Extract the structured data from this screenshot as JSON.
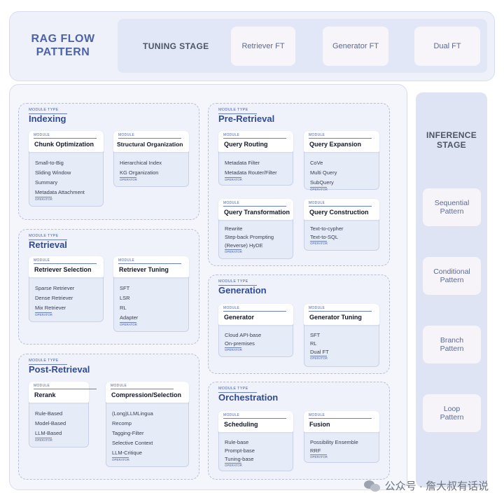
{
  "header": {
    "title_line1": "RAG FLOW",
    "title_line2": "PATTERN",
    "tuning_stage": "TUNING STAGE",
    "tuning_items": [
      "Retriever FT",
      "Generator FT",
      "Dual FT"
    ]
  },
  "inference": {
    "title_line1": "INFERENCE",
    "title_line2": "STAGE",
    "patterns": [
      {
        "l1": "Sequential",
        "l2": "Pattern"
      },
      {
        "l1": "Conditional",
        "l2": "Pattern"
      },
      {
        "l1": "Branch",
        "l2": "Pattern"
      },
      {
        "l1": "Loop",
        "l2": "Pattern"
      }
    ]
  },
  "labels": {
    "module_type": "MODULE TYPE",
    "module": "MODULE",
    "operator": "OPERATOR"
  },
  "module_types": {
    "indexing": {
      "title": "Indexing",
      "modules": [
        {
          "name": "Chunk Optimization",
          "ops": [
            "Small-to-Big",
            "Sliding Window",
            "Summary",
            "Metadata Attachment"
          ]
        },
        {
          "name": "Structural Organization",
          "ops": [
            "Hierarchical Index",
            "KG Organization"
          ]
        }
      ]
    },
    "pre_retrieval": {
      "title": "Pre-Retrieval",
      "modules": [
        {
          "name": "Query Routing",
          "ops": [
            "Metadata Filter",
            "Metadata Router/Filter"
          ]
        },
        {
          "name": "Query Expansion",
          "ops": [
            "CoVe",
            "Multi Query",
            "SubQuery"
          ]
        },
        {
          "name": "Query Transformation",
          "ops": [
            "Rewrite",
            "Step-back Prompting",
            "(Reverse) HyDE"
          ]
        },
        {
          "name": "Query Construction",
          "ops": [
            "Text-to-cypher",
            "Text-to-SQL"
          ]
        }
      ]
    },
    "retrieval": {
      "title": "Retrieval",
      "modules": [
        {
          "name": "Retriever Selection",
          "ops": [
            "Sparse Retriever",
            "Dense Retriever",
            "Mix Retriever"
          ]
        },
        {
          "name": "Retriever Tuning",
          "ops": [
            "SFT",
            "LSR",
            "RL",
            "Adapter"
          ]
        }
      ]
    },
    "generation": {
      "title": "Generation",
      "modules": [
        {
          "name": "Generator",
          "ops": [
            "Cloud API-base",
            "On-premises"
          ]
        },
        {
          "name": "Generator Tuning",
          "ops": [
            "SFT",
            "RL",
            "Dual FT"
          ]
        }
      ]
    },
    "post_retrieval": {
      "title": "Post-Retrieval",
      "modules": [
        {
          "name": "Rerank",
          "ops": [
            "Rule-Based",
            "Model-Based",
            "LLM-Based"
          ]
        },
        {
          "name": "Compression/Selection",
          "ops": [
            "(Long)LLMLingua",
            "Recomp",
            "Tagging-Filter",
            "Selective Context",
            "LLM-Critique"
          ]
        }
      ]
    },
    "orchestration": {
      "title": "Orchestration",
      "modules": [
        {
          "name": "Scheduling",
          "ops": [
            "Rule-base",
            "Prompt-base",
            "Tuning-base"
          ]
        },
        {
          "name": "Fusion",
          "ops": [
            "Possibility Ensemble",
            "RRF"
          ]
        }
      ]
    }
  },
  "watermark": "公众号 · 詹大叔有话说"
}
